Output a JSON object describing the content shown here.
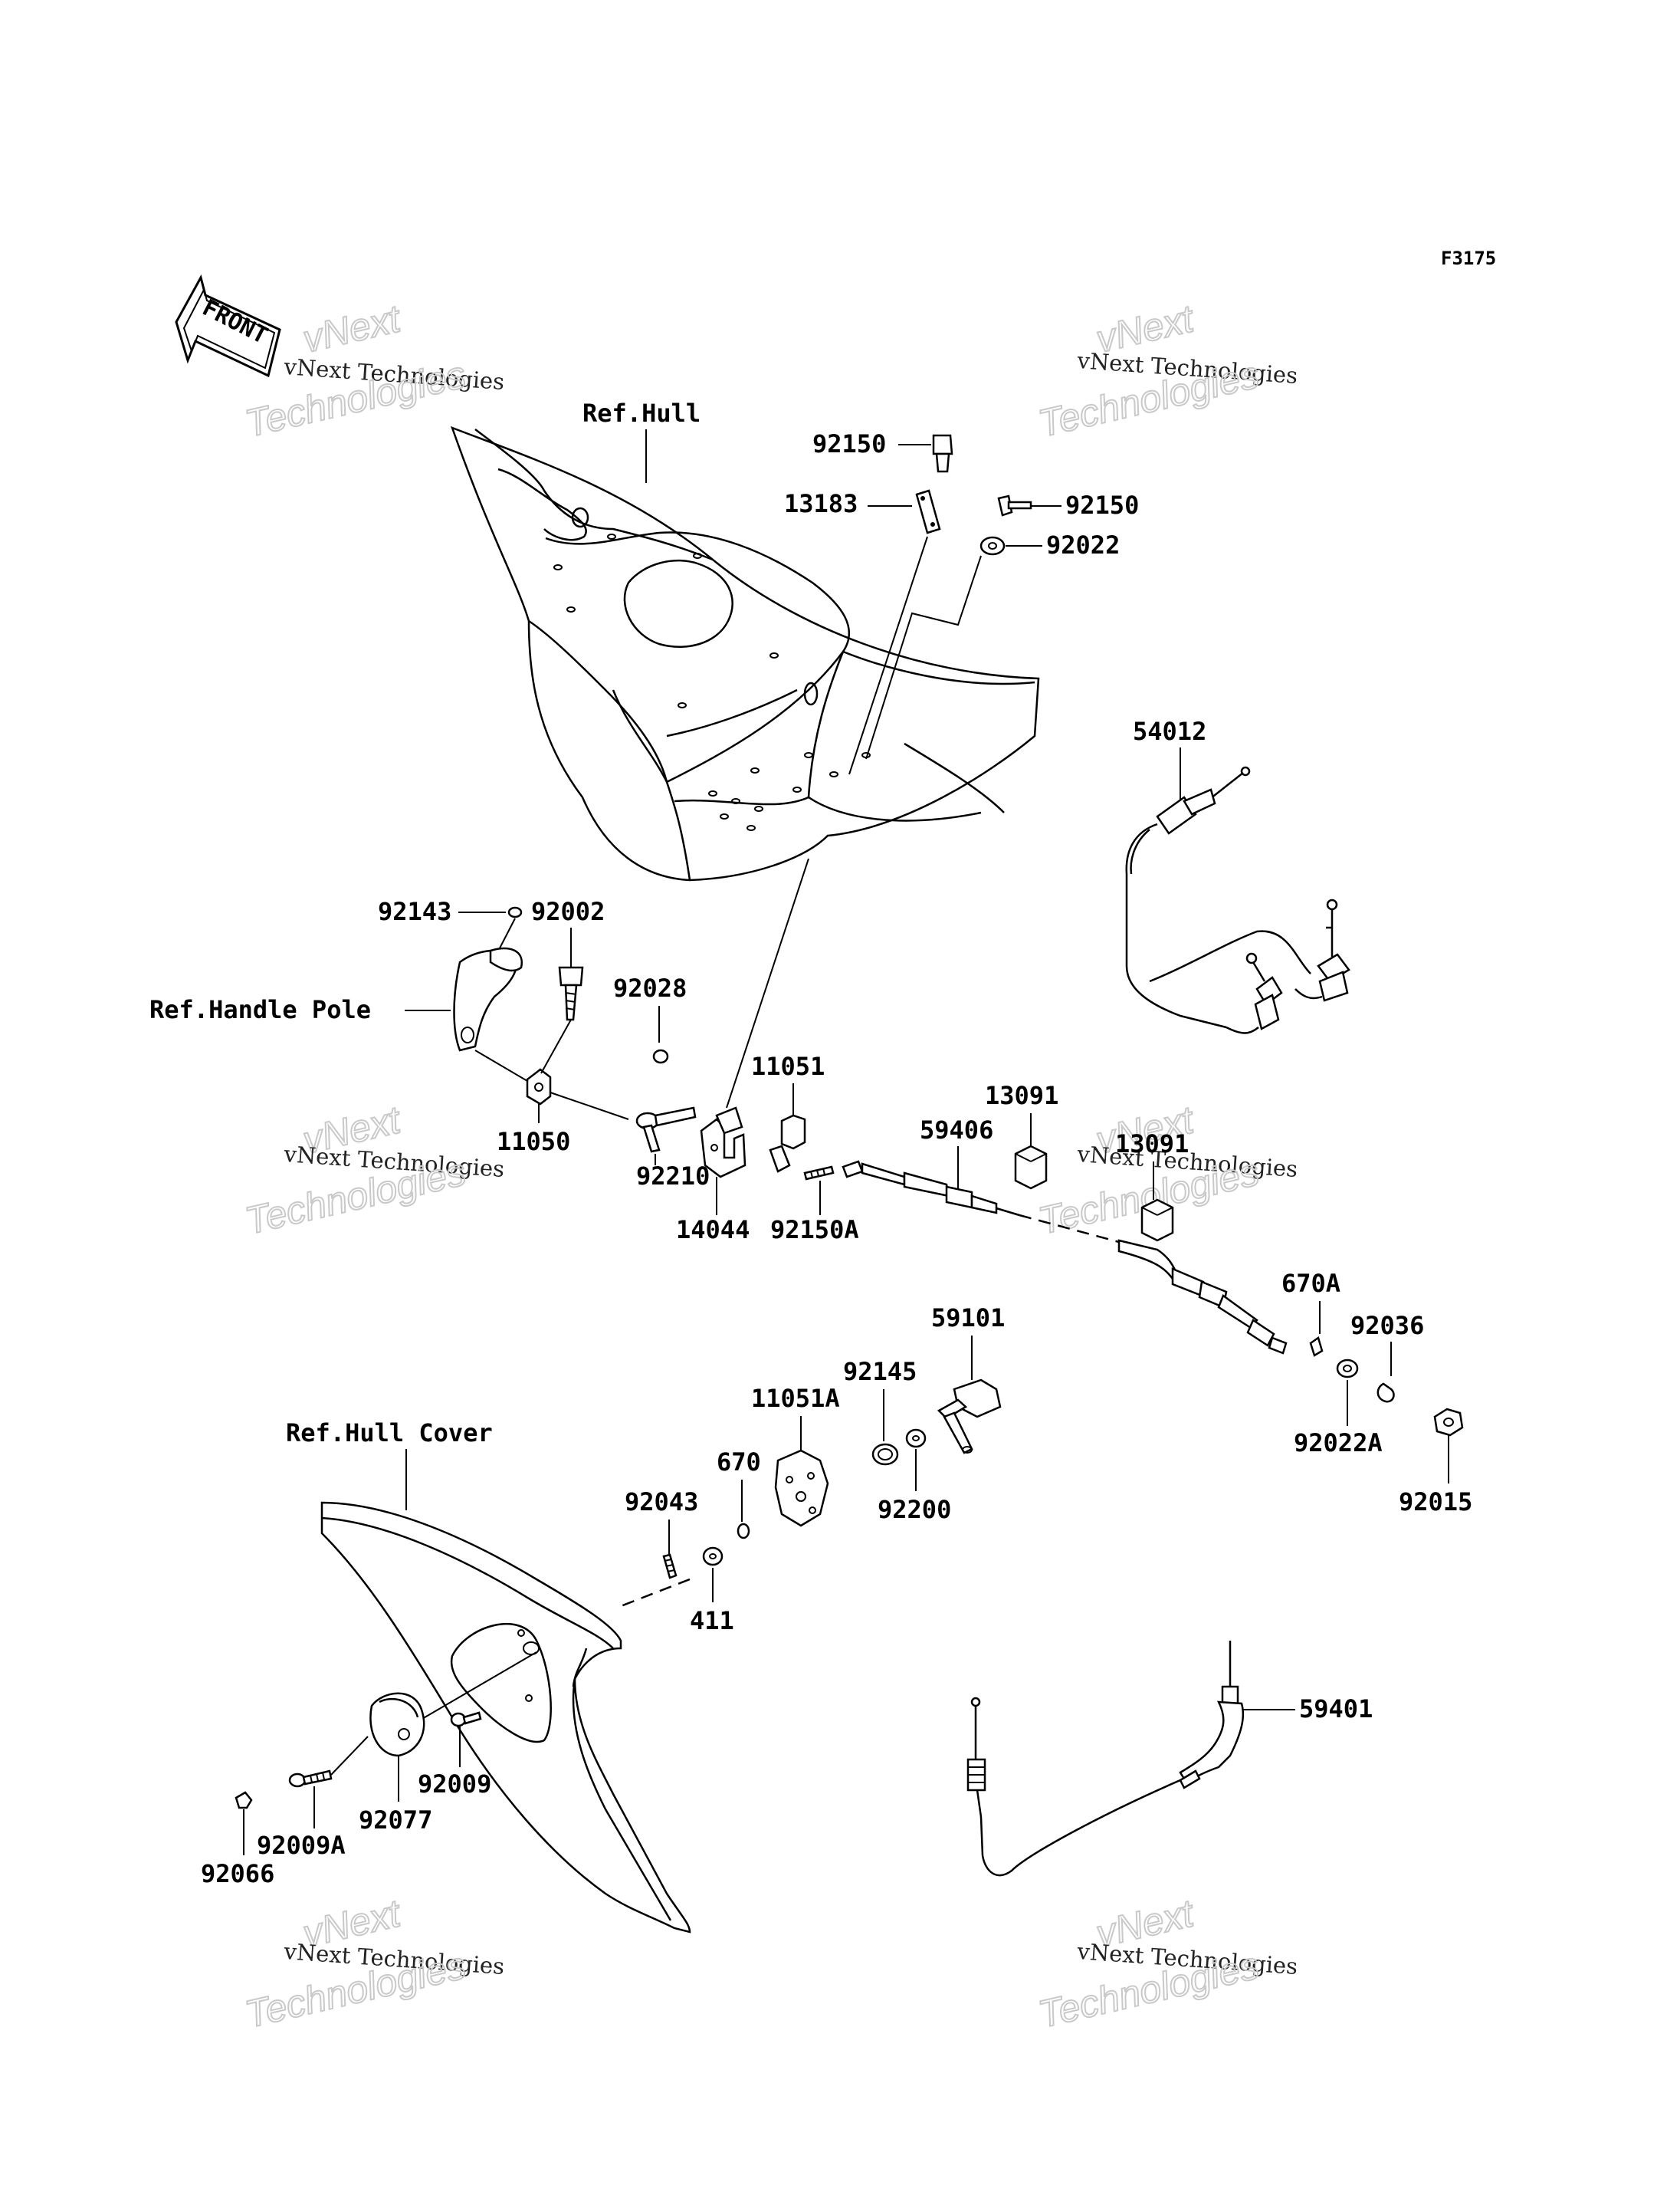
{
  "diagram_code": "F3175",
  "front_arrow": "FRONT",
  "watermarks": [
    {
      "line1": "vNext",
      "line2": "vNext Technologies",
      "line3": "Technologies"
    },
    {
      "line1": "vNext",
      "line2": "vNext Technologies",
      "line3": "Technologies"
    },
    {
      "line1": "vNext",
      "line2": "vNext Technologies",
      "line3": "Technologies"
    },
    {
      "line1": "vNext",
      "line2": "vNext Technologies",
      "line3": "Technologies"
    },
    {
      "line1": "vNext",
      "line2": "vNext Technologies",
      "line3": "Technologies"
    },
    {
      "line1": "vNext",
      "line2": "vNext Technologies",
      "line3": "Technologies"
    }
  ],
  "references": {
    "hull": "Ref.Hull",
    "handle_pole": "Ref.Handle Pole",
    "hull_cover": "Ref.Hull Cover"
  },
  "part_numbers": {
    "p92150_top": "92150",
    "p13183": "13183",
    "p92150_right": "92150",
    "p92022": "92022",
    "p54012": "54012",
    "p92143": "92143",
    "p92002": "92002",
    "p92028": "92028",
    "p11050": "11050",
    "p92210": "92210",
    "p14044": "14044",
    "p11051": "11051",
    "p92150A": "92150A",
    "p59406": "59406",
    "p13091_a": "13091",
    "p13091_b": "13091",
    "p670A": "670A",
    "p92036": "92036",
    "p92022A": "92022A",
    "p92015": "92015",
    "p59101": "59101",
    "p92145": "92145",
    "p11051A": "11051A",
    "p92200": "92200",
    "p670": "670",
    "p92043": "92043",
    "p411": "411",
    "p92009": "92009",
    "p92077": "92077",
    "p92009A": "92009A",
    "p92066": "92066",
    "p59401": "59401"
  }
}
